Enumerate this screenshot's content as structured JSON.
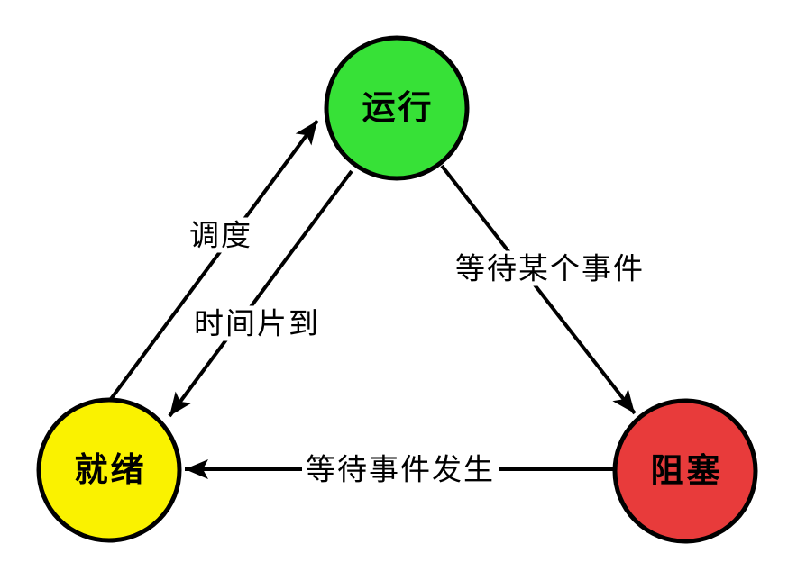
{
  "diagram": {
    "background_color": "#FFFFFF",
    "line_color": "#000000",
    "nodes": [
      {
        "id": "running",
        "label": "运行",
        "fill": "#37E137"
      },
      {
        "id": "ready",
        "label": "就绪",
        "fill": "#FAF200"
      },
      {
        "id": "blocked",
        "label": "阻塞",
        "fill": "#E83B3B"
      }
    ],
    "edges": [
      {
        "id": "schedule",
        "from": "ready",
        "to": "running",
        "label": "调度"
      },
      {
        "id": "timeslice",
        "from": "running",
        "to": "ready",
        "label": "时间片到"
      },
      {
        "id": "wait-event",
        "from": "running",
        "to": "blocked",
        "label": "等待某个事件"
      },
      {
        "id": "event-occurs",
        "from": "blocked",
        "to": "ready",
        "label": "等待事件发生"
      }
    ]
  }
}
